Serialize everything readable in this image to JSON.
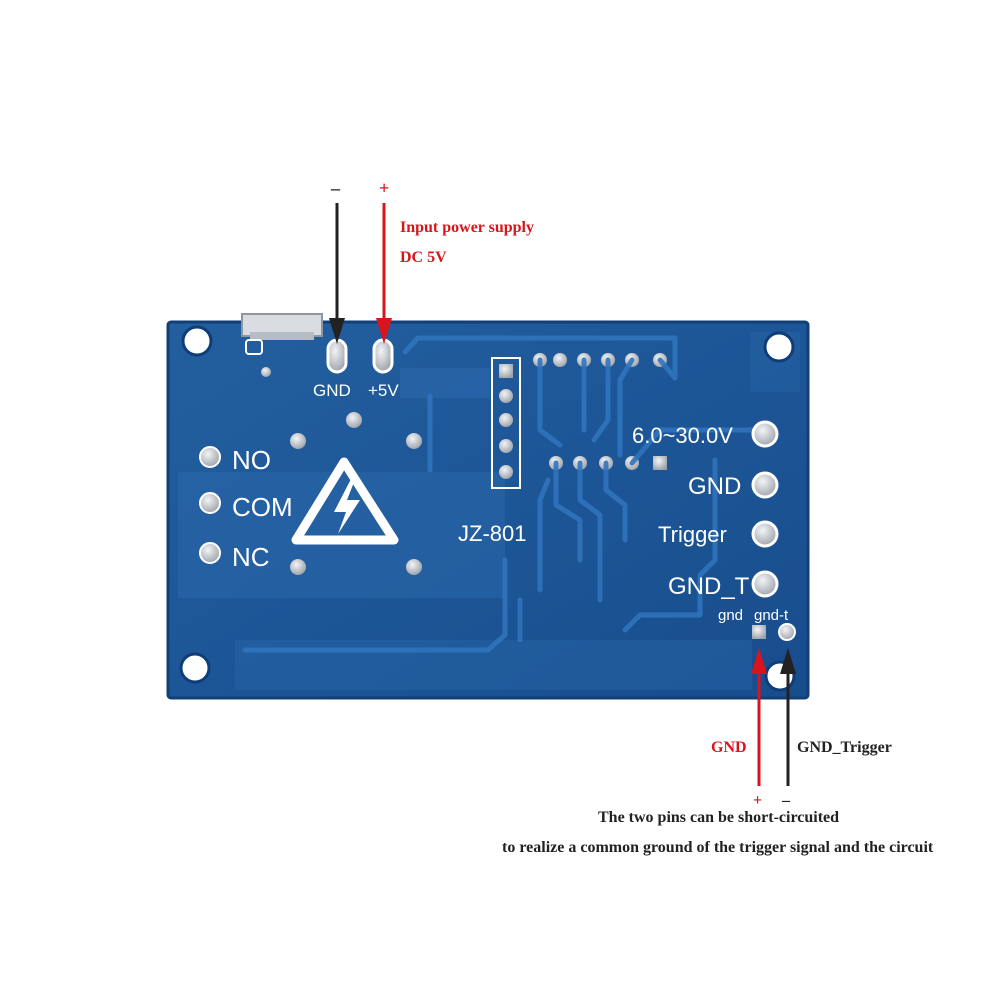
{
  "annotations": {
    "top_minus": "–",
    "top_plus": "+",
    "input_title": "Input power supply",
    "input_voltage": "DC 5V",
    "bottom_gnd": "GND",
    "bottom_gnd_trigger": "GND_Trigger",
    "bottom_plus": "+",
    "bottom_minus": "–",
    "note_line1": "The two pins can be short-circuited",
    "note_line2": "to realize a common ground of the trigger signal and the circuit"
  },
  "board": {
    "label_gnd": "GND",
    "label_5v": "+5V",
    "label_no": "NO",
    "label_com": "COM",
    "label_nc": "NC",
    "model": "JZ-801",
    "label_voltage_range": "6.0~30.0V",
    "label_gnd_right": "GND",
    "label_trigger": "Trigger",
    "label_gnd_t": "GND_T",
    "label_gnd_small": "gnd",
    "label_gnd_t_small": "gnd-t",
    "warning_symbol": "high-voltage-warning-icon"
  },
  "colors": {
    "pcb": "#1c5a9e",
    "pcb_edge": "#0f3d78",
    "annotation_red": "#d8141c",
    "annotation_black": "#222222",
    "solder": "#c8ccd2"
  }
}
